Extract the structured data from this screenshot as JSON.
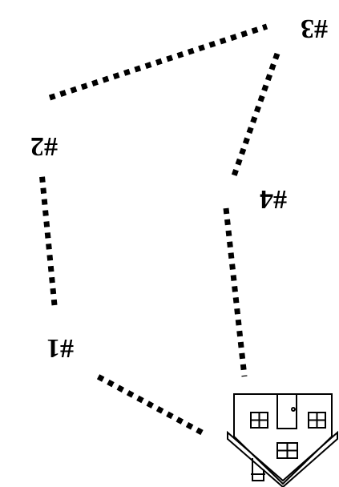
{
  "diagram": {
    "rotation_deg": 180,
    "colors": {
      "ink": "#000000",
      "background": "#ffffff"
    },
    "stops": [
      {
        "id": "stop-1",
        "label": "#1"
      },
      {
        "id": "stop-2",
        "label": "#2"
      },
      {
        "id": "stop-3",
        "label": "#3"
      },
      {
        "id": "stop-4",
        "label": "#4"
      }
    ],
    "route_order": [
      "house",
      "#1",
      "#2",
      "#3",
      "#4",
      "house"
    ],
    "start_icon": "house-icon"
  }
}
